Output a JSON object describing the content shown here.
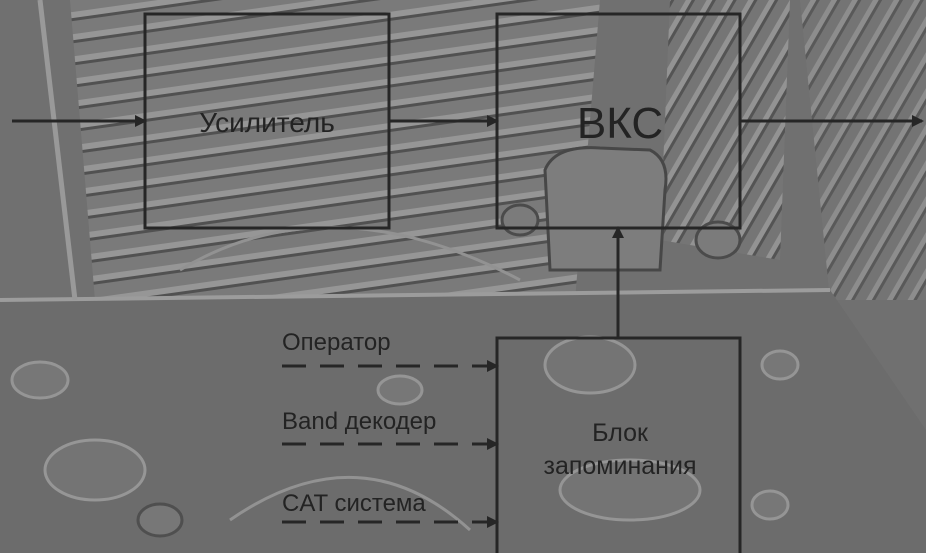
{
  "blocks": {
    "amplifier": "Усилитель",
    "vks": "ВКС",
    "memory_line1": "Блок",
    "memory_line2": "запоминания"
  },
  "inputs": {
    "operator": "Оператор",
    "band_decoder": "Band декодер",
    "cat_system": "CAT система"
  },
  "colors": {
    "line": "#262626",
    "text": "#232323",
    "background": "#6f6f6f"
  }
}
